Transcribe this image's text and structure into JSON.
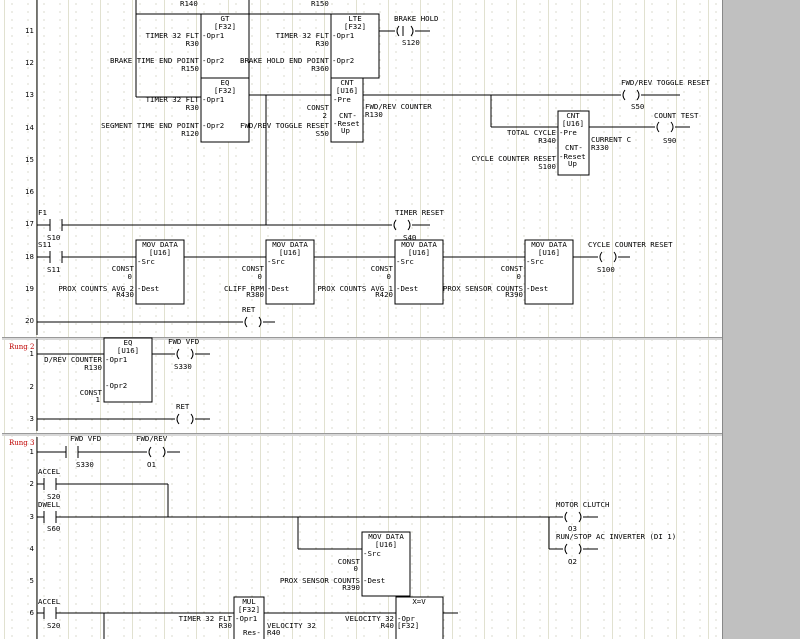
{
  "colors": {
    "background": "#ffffff",
    "grid": "#b8b8a0",
    "rung_label": "#c00000",
    "panel": "#c0c0c0",
    "wire": "#000000"
  },
  "rung_labels": {
    "rung2": "Rung 2",
    "rung3": "Rung 3"
  },
  "row_numbers": {
    "r11": "11",
    "r12": "12",
    "r13": "13",
    "r14": "14",
    "r15": "15",
    "r16": "16",
    "r17": "17",
    "r18": "18",
    "r19": "19",
    "r20": "20",
    "b1": "1",
    "b2": "2",
    "b3": "3",
    "c1": "1",
    "c2": "2",
    "c3": "3",
    "c4": "4",
    "c5": "5",
    "c6": "6"
  },
  "top": {
    "r140": "R140",
    "r150": "R150"
  },
  "gt_block": {
    "title": "GT",
    "type": "[F32]",
    "in1_label": "TIMER 32 FLT",
    "in1_reg": "R30",
    "in1_pin": "-Opr1",
    "in2_label": "BRAKE TIME END POINT",
    "in2_reg": "R150",
    "in2_pin": "-Opr2"
  },
  "lte_block": {
    "title": "LTE",
    "type": "[F32]",
    "in1_label": "TIMER 32 FLT",
    "in1_reg": "R30",
    "in1_pin": "-Opr1",
    "in2_label": "BRAKE HOLD END POINT",
    "in2_reg": "R360",
    "in2_pin": "-Opr2"
  },
  "brake_hold": {
    "label": "BRAKE HOLD",
    "addr": "S120"
  },
  "eq_block": {
    "title": "EQ",
    "type": "[F32]",
    "in1_label": "TIMER 32 FLT",
    "in1_reg": "R30",
    "in1_pin": "-Opr1",
    "in2_label": "SEGMENT TIME END POINT",
    "in2_reg": "R120",
    "in2_pin": "-Opr2"
  },
  "cnt_block": {
    "title": "CNT",
    "type": "[U16]",
    "const_label": "CONST",
    "const_val": "2",
    "pre_pin": "-Pre",
    "cnt_pin": "CNT-",
    "reset_pin": "-Reset",
    "up_pin": "Up",
    "reset_label": "FWD/REV TOGGLE RESET",
    "reset_addr": "S50",
    "out_label": "FWD/REV COUNTER",
    "out_reg": "R130"
  },
  "toggle_reset_coil": {
    "label": "FWD/REV TOGGLE RESET",
    "addr": "S50"
  },
  "cnt2_block": {
    "title": "CNT",
    "type": "[U16]",
    "pre_label": "TOTAL CYCLE",
    "pre_reg": "R340",
    "pre_pin": "-Pre",
    "cnt_pin": "CNT-",
    "reset_pin": "-Reset",
    "up_pin": "Up",
    "reset_label": "CYCLE COUNTER RESET",
    "reset_addr": "S100",
    "out_label": "CURRENT C",
    "out_reg": "R330"
  },
  "count_test": {
    "label": "COUNT TEST",
    "addr": "S90"
  },
  "f1": {
    "label": "F1",
    "addr": "S10"
  },
  "timer_reset": {
    "label": "TIMER RESET",
    "addr": "S40"
  },
  "s11": {
    "label": "S11",
    "addr": "S11"
  },
  "mov1": {
    "title": "MOV DATA",
    "type": "[U16]",
    "const": "CONST",
    "val": "0",
    "src": "-Src",
    "dest": "-Dest",
    "dest_label": "PROX COUNTS AVG 2",
    "dest_reg": "R430"
  },
  "mov2": {
    "title": "MOV DATA",
    "type": "[U16]",
    "const": "CONST",
    "val": "0",
    "src": "-Src",
    "dest": "-Dest",
    "dest_label": "CLIFF RPM",
    "dest_reg": "R380"
  },
  "mov3": {
    "title": "MOV DATA",
    "type": "[U16]",
    "const": "CONST",
    "val": "0",
    "src": "-Src",
    "dest": "-Dest",
    "dest_label": "PROX COUNTS AVG 1",
    "dest_reg": "R420"
  },
  "mov4": {
    "title": "MOV DATA",
    "type": "[U16]",
    "const": "CONST",
    "val": "0",
    "src": "-Src",
    "dest": "-Dest",
    "dest_label": "PROX SENSOR COUNTS",
    "dest_reg": "R390"
  },
  "cycle_counter_reset": {
    "label": "CYCLE COUNTER RESET",
    "addr": "S100"
  },
  "ret1": {
    "label": "RET"
  },
  "eq2": {
    "title": "EQ",
    "type": "[U16]",
    "in1_label": "D/REV COUNTER",
    "in1_reg": "R130",
    "in1_pin": "-Opr1",
    "in2_label": "CONST",
    "in2_val": "1",
    "in2_pin": "-Opr2"
  },
  "fwd_vfd_coil": {
    "label": "FWD VFD",
    "addr": "S330"
  },
  "ret2": {
    "label": "RET"
  },
  "fwd_vfd_contact": {
    "label": "FWD VFD",
    "addr": "S330"
  },
  "fwd_rev_out": {
    "label": "FWD/REV",
    "addr": "O1"
  },
  "accel": {
    "label": "ACCEL",
    "addr": "S20"
  },
  "dwell": {
    "label": "DWELL",
    "addr": "S60"
  },
  "motor_clutch": {
    "label": "MOTOR CLUTCH",
    "addr": "O3"
  },
  "run_stop": {
    "label": "RUN/STOP AC INVERTER (DI 1)",
    "addr": "O2"
  },
  "mov5": {
    "title": "MOV DATA",
    "type": "[U16]",
    "const": "CONST",
    "val": "0",
    "src": "-Src",
    "dest": "-Dest",
    "dest_label": "PROX SENSOR COUNTS",
    "dest_reg": "R390"
  },
  "accel2": {
    "label": "ACCEL",
    "addr": "S20"
  },
  "mul_block": {
    "title": "MUL",
    "type": "[F32]",
    "in1_label": "TIMER 32 FLT",
    "in1_reg": "R30",
    "in1_pin": "-Opr1",
    "res_pin": "Res-",
    "out_label": "VELOCITY 32",
    "out_reg": "R40"
  },
  "xv_block": {
    "title": "X=V",
    "in_label": "VELOCITY 32",
    "in_reg": "R40",
    "in_type": "[F32]",
    "in_pin": "-Opr"
  }
}
